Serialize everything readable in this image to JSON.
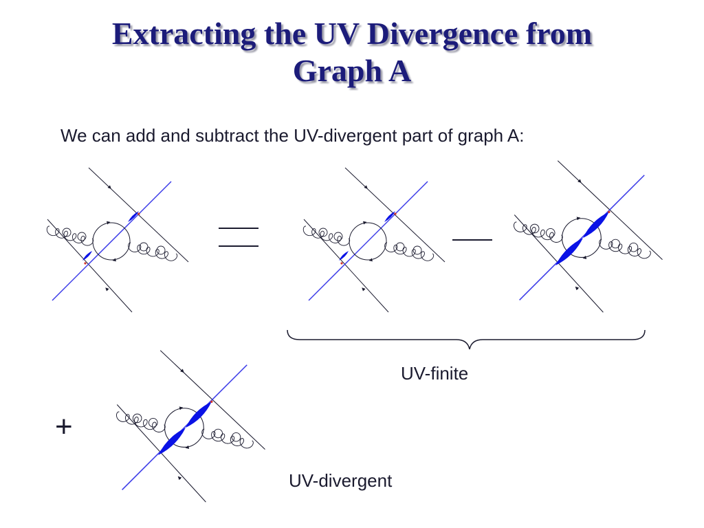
{
  "title": {
    "line1": "Extracting the UV Divergence from",
    "line2": "Graph A"
  },
  "subtitle": "We can add and subtract the UV-divergent part of graph A:",
  "labels": {
    "uv_finite": "UV-finite",
    "uv_divergent": "UV-divergent"
  },
  "operators": {
    "plus": "+"
  },
  "colors": {
    "title": "#1c1c7a",
    "blue_line": "#3b3be8",
    "blob": "#0a12e6",
    "vertex_red": "#d0342c",
    "ink": "#1a1a2e"
  },
  "diagrams": [
    {
      "name": "graph-a",
      "blob": "small"
    },
    {
      "name": "graph-a-copy",
      "blob": "small"
    },
    {
      "name": "graph-a-uv-part",
      "blob": "large"
    },
    {
      "name": "graph-a-uv-part-added",
      "blob": "large"
    }
  ]
}
